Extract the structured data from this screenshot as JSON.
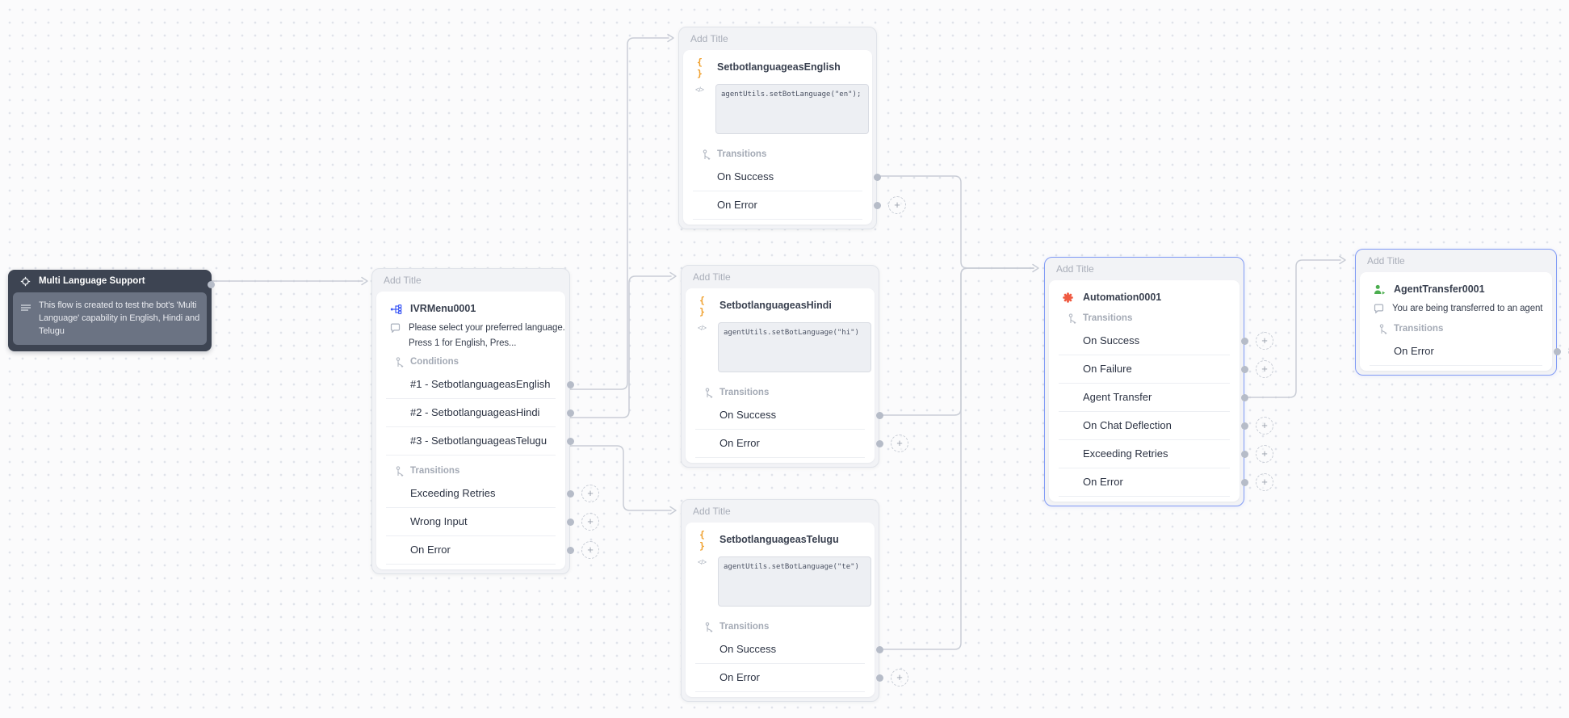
{
  "labels": {
    "add_title": "Add Title",
    "conditions": "Conditions",
    "transitions": "Transitions",
    "plus": "+"
  },
  "icons": {
    "code_glyph": "</>",
    "braces_glyph": "{ }"
  },
  "colors": {
    "selected_border": "#819bf5",
    "wire": "#c9cdd6",
    "automation_icon": "#ef5a41",
    "agent_icon": "#4cae4f",
    "braces_icon": "#f0a12f",
    "note_background": "#3d4452"
  },
  "nodes": {
    "multi_language_note": {
      "title": "Multi Language Support",
      "body": "This flow is created to test the bot's 'Multi Language' capability in English, Hindi and Telugu"
    },
    "ivr_menu": {
      "name": "IVRMenu0001",
      "message": "Please select your preferred language. Press 1 for English, Pres...",
      "conditions": [
        "#1 - SetbotlanguageasEnglish",
        "#2 - SetbotlanguageasHindi",
        "#3 - SetbotlanguageasTelugu"
      ],
      "transitions": [
        "Exceeding Retries",
        "Wrong Input",
        "On Error"
      ]
    },
    "set_english": {
      "name": "SetbotlanguageasEnglish",
      "code": "agentUtils.setBotLanguage(\"en\");",
      "transitions": [
        "On Success",
        "On Error"
      ]
    },
    "set_hindi": {
      "name": "SetbotlanguageasHindi",
      "code": "agentUtils.setBotLanguage(\"hi\")",
      "transitions": [
        "On Success",
        "On Error"
      ]
    },
    "set_telugu": {
      "name": "SetbotlanguageasTelugu",
      "code": "agentUtils.setBotLanguage(\"te\")",
      "transitions": [
        "On Success",
        "On Error"
      ]
    },
    "automation": {
      "name": "Automation0001",
      "transitions": [
        "On Success",
        "On Failure",
        "Agent Transfer",
        "On Chat Deflection",
        "Exceeding Retries",
        "On Error"
      ]
    },
    "agent_transfer": {
      "name": "AgentTransfer0001",
      "message": "You are being transferred to an agent",
      "transitions": [
        "On Error"
      ]
    }
  }
}
